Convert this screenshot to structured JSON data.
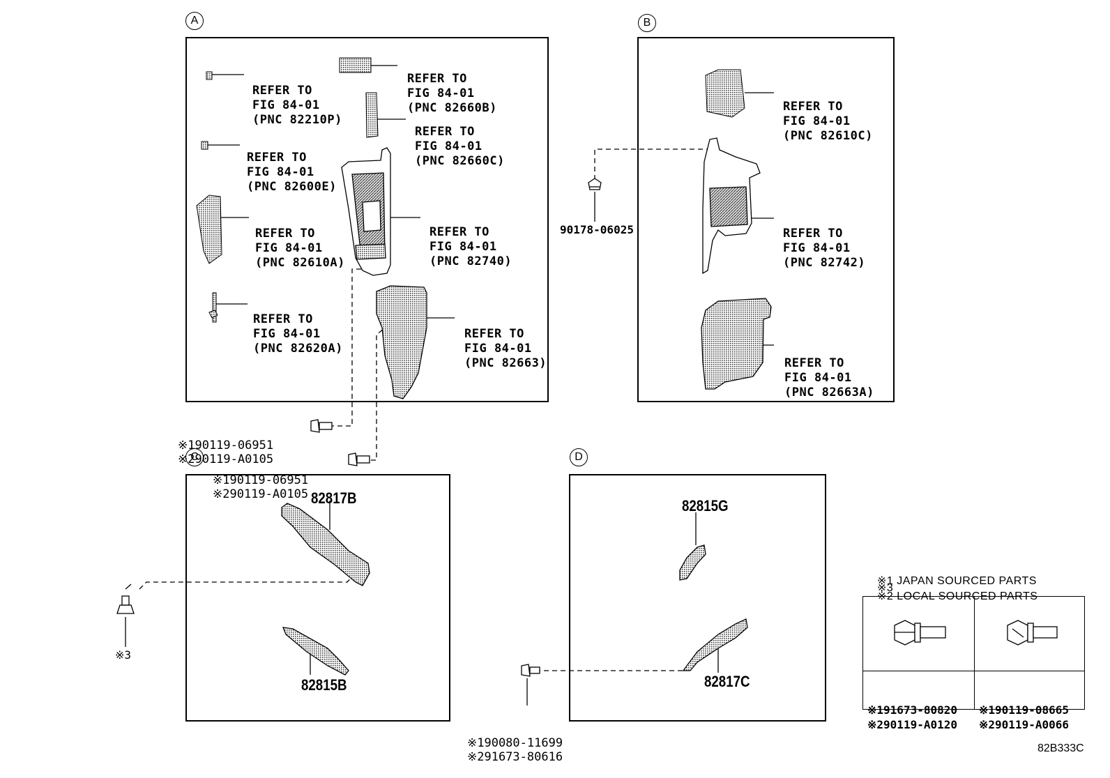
{
  "panels": {
    "a": {
      "letter": "A",
      "refs": [
        {
          "l1": "REFER TO",
          "l2": "FIG 84-01",
          "l3": "(PNC 82210P)"
        },
        {
          "l1": "REFER TO",
          "l2": "FIG 84-01",
          "l3": "(PNC 82660B)"
        },
        {
          "l1": "REFER TO",
          "l2": "FIG 84-01",
          "l3": "(PNC 82660C)"
        },
        {
          "l1": "REFER TO",
          "l2": "FIG 84-01",
          "l3": "(PNC 82600E)"
        },
        {
          "l1": "REFER TO",
          "l2": "FIG 84-01",
          "l3": "(PNC 82610A)"
        },
        {
          "l1": "REFER TO",
          "l2": "FIG 84-01",
          "l3": "(PNC 82740)"
        },
        {
          "l1": "REFER TO",
          "l2": "FIG 84-01",
          "l3": "(PNC 82620A)"
        },
        {
          "l1": "REFER TO",
          "l2": "FIG 84-01",
          "l3": "(PNC 82663)"
        }
      ]
    },
    "b": {
      "letter": "B",
      "refs": [
        {
          "l1": "REFER TO",
          "l2": "FIG 84-01",
          "l3": "(PNC 82610C)"
        },
        {
          "l1": "REFER TO",
          "l2": "FIG 84-01",
          "l3": "(PNC 82742)"
        },
        {
          "l1": "REFER TO",
          "l2": "FIG 84-01",
          "l3": "(PNC 82663A)"
        }
      ],
      "clip_part": "90178-06025"
    },
    "c": {
      "letter": "C",
      "parts": [
        "82817B",
        "82815B"
      ]
    },
    "d": {
      "letter": "D",
      "parts": [
        "82815G",
        "82817C"
      ]
    }
  },
  "screws": {
    "s1": {
      "l1": "※190119-06951",
      "l2": "※290119-A0105"
    },
    "s2": {
      "l1": "※190119-06951",
      "l2": "※290119-A0105"
    },
    "s3": {
      "l1": "※190080-11699",
      "l2": "※291673-80616"
    },
    "s4": {
      "label": "※3"
    }
  },
  "notes": {
    "n1": "※1 JAPAN SOURCED PARTS",
    "n2": "※2 LOCAL SOURCED PARTS",
    "n3": "※3"
  },
  "table": {
    "left": {
      "l1": "※191673-80820",
      "l2": "※290119-A0120"
    },
    "right": {
      "l1": "※190119-08665",
      "l2": "※290119-A0066"
    }
  },
  "diagram_code": "82B333C"
}
